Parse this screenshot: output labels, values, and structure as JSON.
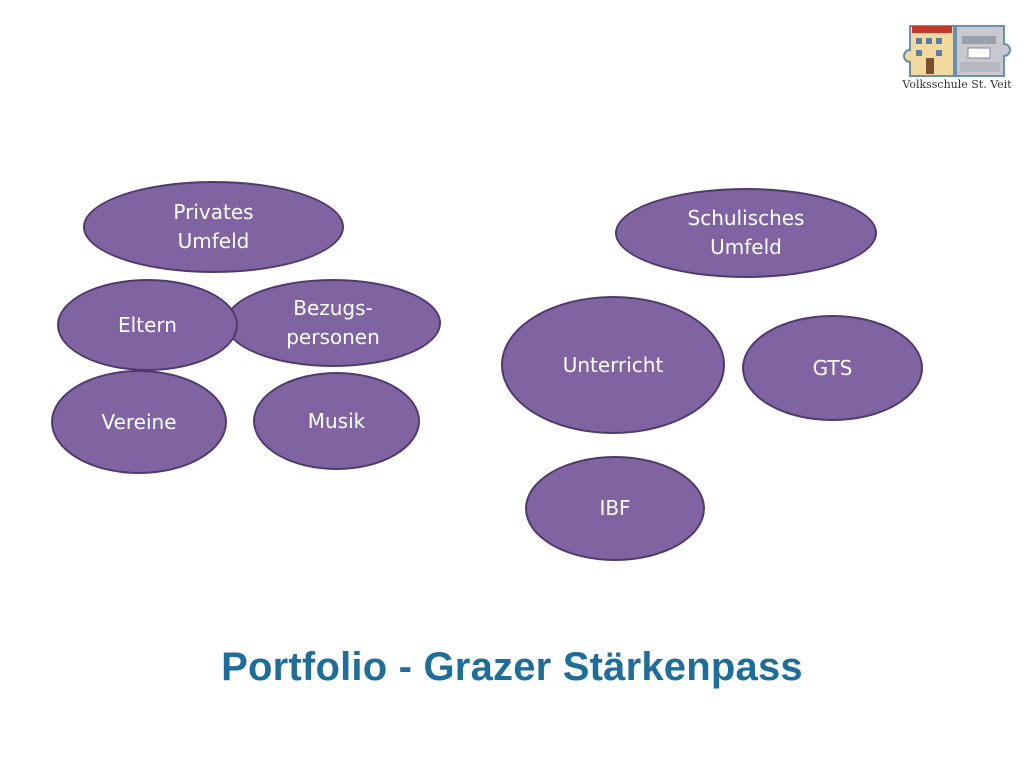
{
  "colors": {
    "bubble_fill": "#8064a2",
    "bubble_stroke": "#4f3a6b",
    "title": "#1f6e99",
    "bubble_text": "#ffffff"
  },
  "logo": {
    "text": "Volksschule St. Veit",
    "icon": "school-building-puzzle-logo"
  },
  "bubbles": {
    "privates_umfeld": "Privates\nUmfeld",
    "eltern": "Eltern",
    "bezugspersonen": "Bezugs-\npersonen",
    "vereine": "Vereine",
    "musik": "Musik",
    "schulisches_umfeld": "Schulisches\nUmfeld",
    "unterricht": "Unterricht",
    "gts": "GTS",
    "ibf": "IBF"
  },
  "title": "Portfolio - Grazer Stärkenpass"
}
